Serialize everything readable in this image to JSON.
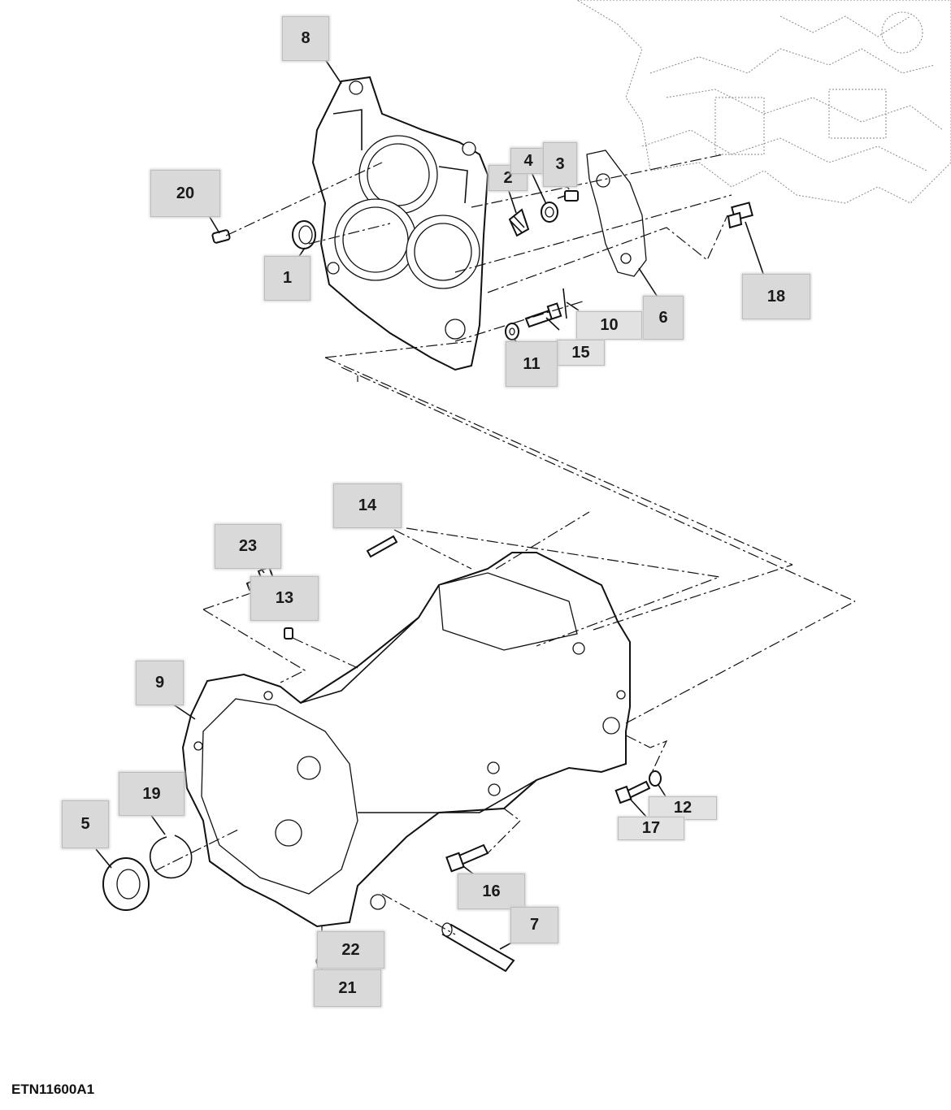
{
  "figure_id": "ETN11600A1",
  "callouts": [
    {
      "id": "c8",
      "label": "8"
    },
    {
      "id": "c20",
      "label": "20"
    },
    {
      "id": "c1",
      "label": "1"
    },
    {
      "id": "c2",
      "label": "2"
    },
    {
      "id": "c4",
      "label": "4"
    },
    {
      "id": "c3",
      "label": "3"
    },
    {
      "id": "c18",
      "label": "18"
    },
    {
      "id": "c6",
      "label": "6"
    },
    {
      "id": "c10",
      "label": "10"
    },
    {
      "id": "c15",
      "label": "15"
    },
    {
      "id": "c11",
      "label": "11"
    },
    {
      "id": "c14",
      "label": "14"
    },
    {
      "id": "c23",
      "label": "23"
    },
    {
      "id": "c13",
      "label": "13"
    },
    {
      "id": "c9",
      "label": "9"
    },
    {
      "id": "c19",
      "label": "19"
    },
    {
      "id": "c5",
      "label": "5"
    },
    {
      "id": "c12",
      "label": "12"
    },
    {
      "id": "c17",
      "label": "17"
    },
    {
      "id": "c16",
      "label": "16"
    },
    {
      "id": "c7",
      "label": "7"
    },
    {
      "id": "c22",
      "label": "22"
    },
    {
      "id": "c21",
      "label": "21"
    }
  ]
}
